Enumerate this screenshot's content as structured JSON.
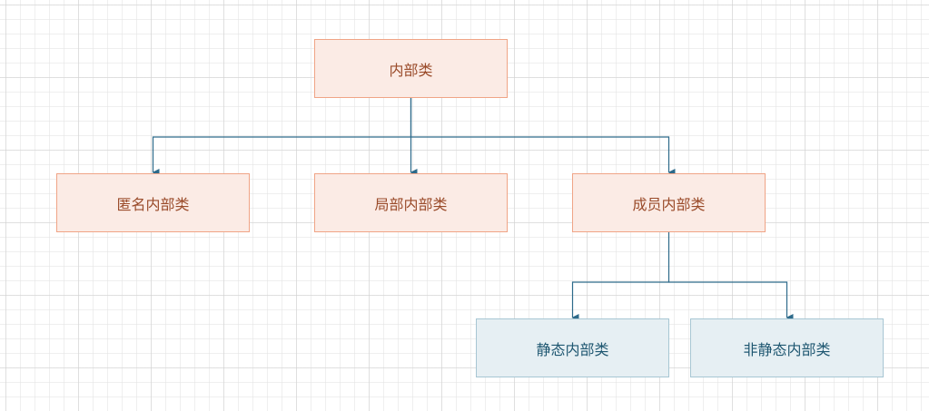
{
  "diagram": {
    "colors": {
      "warm_fill": "#fbebe5",
      "warm_border": "#f0a486",
      "warm_text": "#9a4b2a",
      "cool_fill": "#e6eff3",
      "cool_border": "#a7c6d3",
      "cool_text": "#1f5771",
      "connector": "#2d6a8a"
    },
    "nodes": {
      "root": "内部类",
      "anonymous": "匿名内部类",
      "local": "局部内部类",
      "member": "成员内部类",
      "static": "静态内部类",
      "non_static": "非静态内部类"
    },
    "edges": [
      [
        "root",
        "anonymous"
      ],
      [
        "root",
        "local"
      ],
      [
        "root",
        "member"
      ],
      [
        "member",
        "static"
      ],
      [
        "member",
        "non_static"
      ]
    ]
  }
}
